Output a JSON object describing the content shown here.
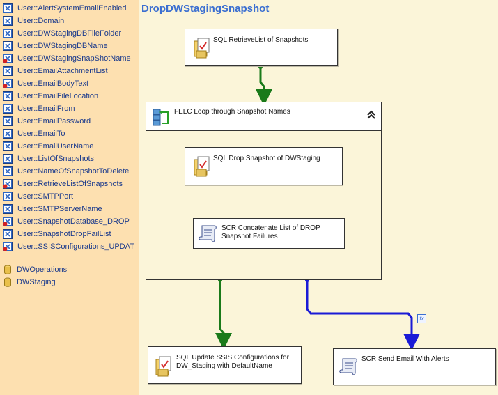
{
  "variables": [
    {
      "label": "User::AlertSystemEmailEnabled",
      "icon": "variable-icon"
    },
    {
      "label": "User::Domain",
      "icon": "variable-icon"
    },
    {
      "label": "User::DWStagingDBFileFolder",
      "icon": "variable-icon"
    },
    {
      "label": "User::DWStagingDBName",
      "icon": "variable-icon"
    },
    {
      "label": "User::DWStagingSnapShotName",
      "icon": "variable-error-icon"
    },
    {
      "label": "User::EmailAttachmentList",
      "icon": "variable-icon"
    },
    {
      "label": "User::EmailBodyText",
      "icon": "variable-error-icon"
    },
    {
      "label": "User::EmailFileLocation",
      "icon": "variable-icon"
    },
    {
      "label": "User::EmailFrom",
      "icon": "variable-icon"
    },
    {
      "label": "User::EmailPassword",
      "icon": "variable-icon"
    },
    {
      "label": "User::EmailTo",
      "icon": "variable-icon"
    },
    {
      "label": "User::EmailUserName",
      "icon": "variable-icon"
    },
    {
      "label": "User::ListOfSnapshots",
      "icon": "variable-icon"
    },
    {
      "label": "User::NameOfSnapshotToDelete",
      "icon": "variable-icon"
    },
    {
      "label": "User::RetrieveListOfSnapshots",
      "icon": "variable-error-icon"
    },
    {
      "label": "User::SMTPPort",
      "icon": "variable-icon"
    },
    {
      "label": "User::SMTPServerName",
      "icon": "variable-icon"
    },
    {
      "label": "User::SnapshotDatabase_DROP",
      "icon": "variable-error-icon"
    },
    {
      "label": "User::SnapshotDropFailList",
      "icon": "variable-icon"
    },
    {
      "label": "User::SSISConfigurations_UPDAT",
      "icon": "variable-error-icon"
    }
  ],
  "connections": [
    {
      "label": "DWOperations"
    },
    {
      "label": "DWStaging"
    }
  ],
  "package": {
    "title": "DropDWStagingSnapshot"
  },
  "tasks": {
    "retrieve": "SQL RetrieveList of Snapshots",
    "loop": "FELC Loop through Snapshot Names",
    "drop": "SQL Drop Snapshot of DWStaging",
    "concat_line1": "SCR Concatenate List of DROP",
    "concat_line2": "Snapshot Failures",
    "update_line1": "SQL Update SSIS Configurations for",
    "update_line2": "DW_Staging with DefaultName",
    "send_email": "SCR Send Email With Alerts"
  },
  "expression_badge": "fx",
  "colors": {
    "success": "#1a7a1a",
    "failure": "#e00000",
    "completion": "#1a1ad6",
    "title": "#3b6fd1"
  }
}
